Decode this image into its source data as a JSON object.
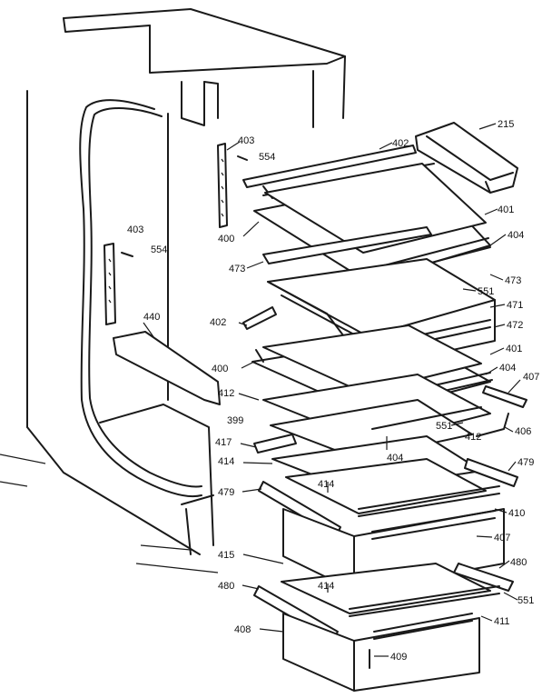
{
  "labels": {
    "l215": "215",
    "l402a": "402",
    "l403a": "403",
    "l554a": "554",
    "l401a": "401",
    "l400a": "400",
    "l404a": "404",
    "l403b": "403",
    "l554b": "554",
    "l473a": "473",
    "l473b": "473",
    "l551a": "551",
    "l471": "471",
    "l402b": "402",
    "l472": "472",
    "l440": "440",
    "l401b": "401",
    "l400b": "400",
    "l404b": "404",
    "l407a": "407",
    "l412a": "412",
    "l406": "406",
    "l399": "399",
    "l551b": "551",
    "l412b": "412",
    "l417": "417",
    "l404c": "404",
    "l414a": "414",
    "l479a": "479",
    "l414b": "414",
    "l479b": "479",
    "l410": "410",
    "l407b": "407",
    "l415": "415",
    "l480a": "480",
    "l414c": "414",
    "l480b": "480",
    "l551c": "551",
    "l411": "411",
    "l408": "408",
    "l409": "409"
  }
}
